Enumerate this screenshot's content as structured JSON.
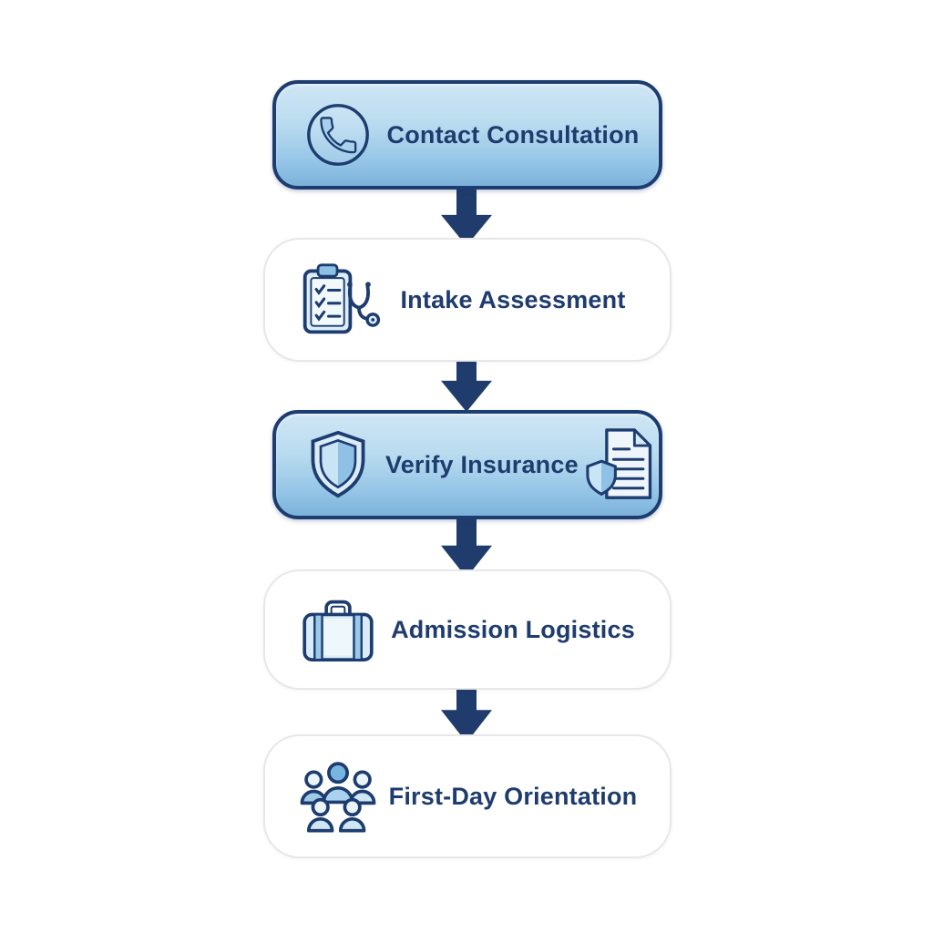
{
  "diagram": {
    "type": "vertical-flowchart",
    "background": "#ffffff",
    "steps": [
      {
        "label": "Contact Consultation",
        "icon": "phone-circle-icon"
      },
      {
        "label": "Intake Assessment",
        "icon": "clipboard-stethoscope-icon"
      },
      {
        "label": "Verify Insurance",
        "icon": "shield-icon",
        "right_icon": "document-shield-icon"
      },
      {
        "label": "Admission Logistics",
        "icon": "briefcase-icon"
      },
      {
        "label": "First-Day Orientation",
        "icon": "people-group-icon"
      }
    ],
    "connector": "down-arrow"
  },
  "colors": {
    "box_border": "#1d3c6f",
    "box_fill_top": "#cfe6f5",
    "box_fill_bottom": "#7cb2da",
    "label_text": "#1e3c6e",
    "arrow": "#1f3c6d",
    "icon_stroke": "#1d3c6f",
    "icon_fill_light": "#d9ecf8",
    "icon_fill_mid": "#8fc1e7",
    "outer_ring": "#e7e7e7"
  }
}
